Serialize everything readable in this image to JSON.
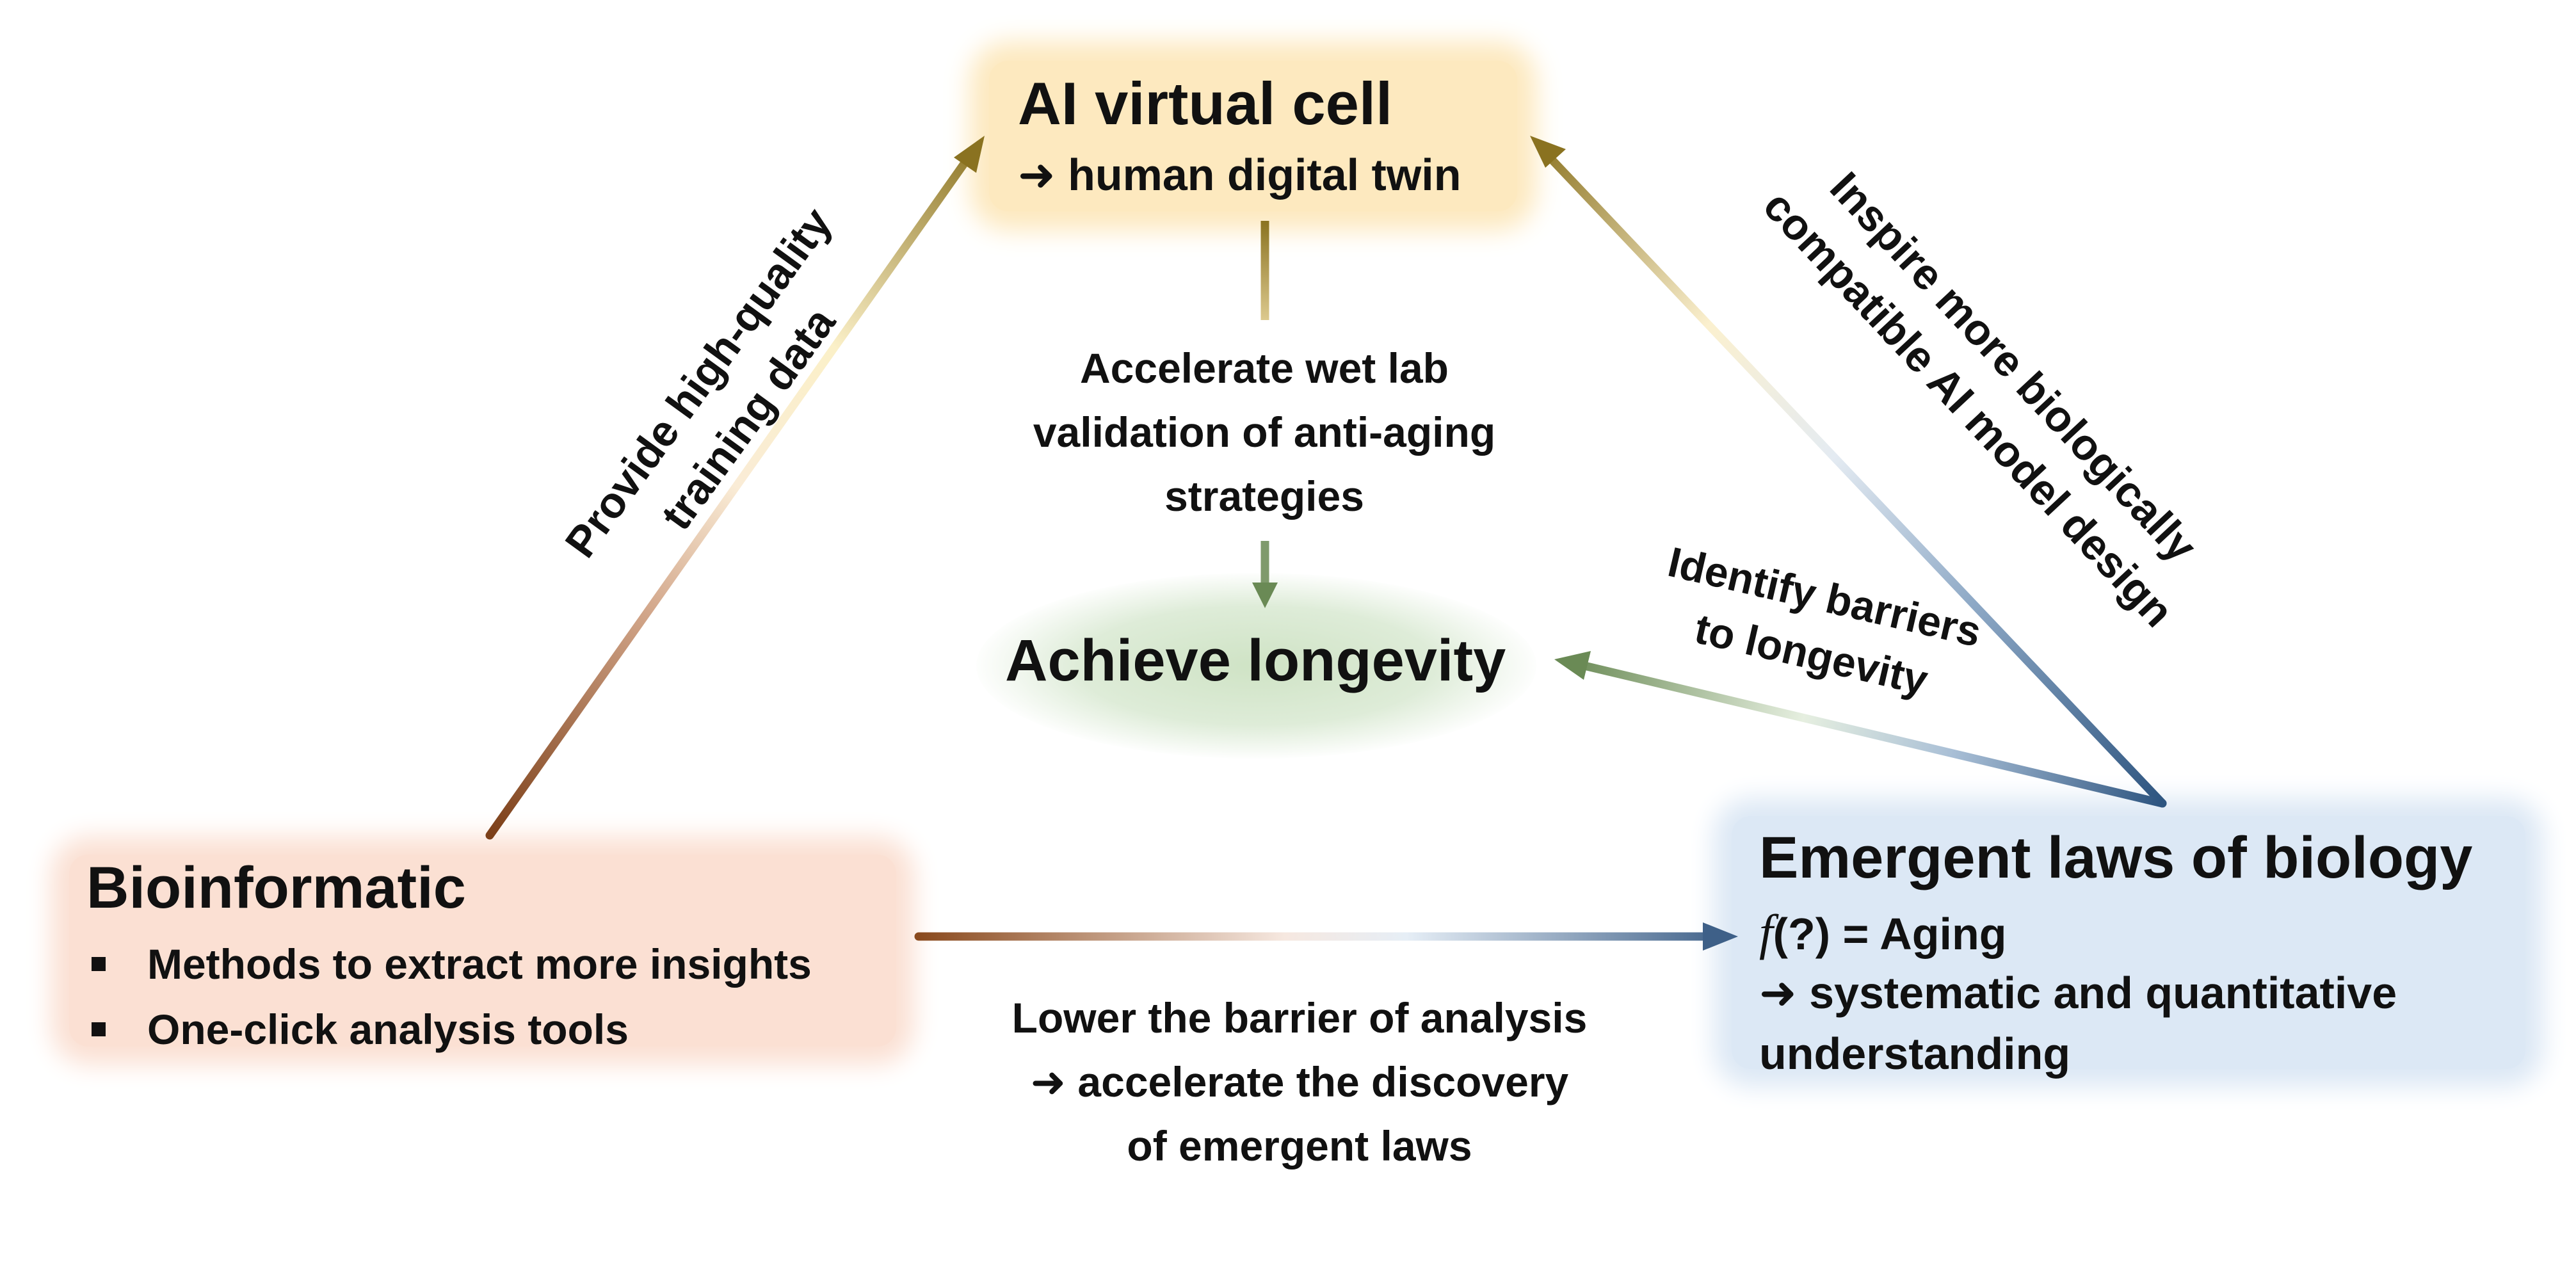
{
  "ai_cell": {
    "title": "AI virtual cell",
    "subtitle": "➜ human digital twin"
  },
  "bioinformatic": {
    "title": "Bioinformatic",
    "bullets": [
      "Methods to extract more insights",
      "One-click analysis tools"
    ]
  },
  "emergent_laws": {
    "title": "Emergent laws of biology",
    "formula_f": "f",
    "formula_rest": "(?) = Aging",
    "line2": "➜ systematic and quantitative",
    "line3": "understanding"
  },
  "longevity": {
    "title": "Achieve longevity"
  },
  "labels": {
    "left_edge": [
      "Provide high-quality",
      "training data"
    ],
    "right_edge": [
      "Inspire more biologically",
      "compatible AI model design"
    ],
    "center_top": [
      "Accelerate wet lab",
      "validation of anti-aging",
      "strategies"
    ],
    "barriers": [
      "Identify barriers",
      "to longevity"
    ],
    "bottom": [
      "Lower the barrier of analysis",
      "➜ accelerate the discovery",
      "of emergent laws"
    ]
  },
  "colors": {
    "gold": "#8a7220",
    "brown": "#8a4a1e",
    "blue": "#3e6088",
    "green": "#6a8a55",
    "ai_box": "#fde9bf",
    "bio_box": "#fbe0d3",
    "law_box": "#dce8f5",
    "longevity_glow": "#cfe3c5"
  }
}
